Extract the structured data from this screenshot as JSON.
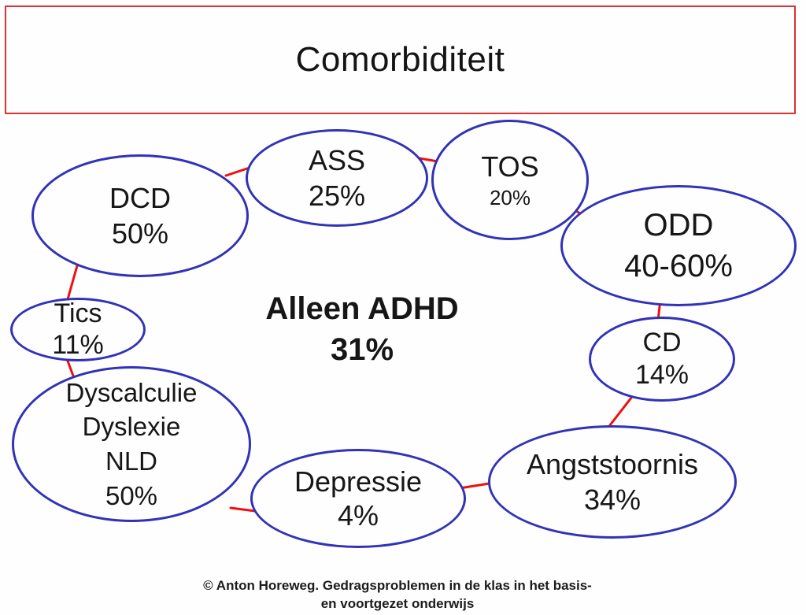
{
  "slide": {
    "title": "Comorbiditeit",
    "center_line1": "Alleen ADHD",
    "center_line2": "31%",
    "footer_line1": "© Anton Horeweg. Gedragsproblemen in de klas in het basis-",
    "footer_line2": "en voortgezet onderwijs",
    "colors": {
      "bg": "#fefefe",
      "ellipse_border": "#3232b8",
      "connector": "#ee1010",
      "title_border": "#e03030",
      "text": "#161616"
    }
  },
  "nodes": [
    {
      "id": "dcd",
      "label": "DCD",
      "value": "50%"
    },
    {
      "id": "ass",
      "label": "ASS",
      "value": "25%"
    },
    {
      "id": "tos",
      "label": "TOS",
      "value": "20%"
    },
    {
      "id": "odd",
      "label": "ODD",
      "value": "40-60%"
    },
    {
      "id": "cd",
      "label": "CD",
      "value": "14%"
    },
    {
      "id": "angst",
      "label": "Angststoornis",
      "value": "34%"
    },
    {
      "id": "depressie",
      "label": "Depressie",
      "value": "4%"
    },
    {
      "id": "dyscalculie",
      "lines": [
        "Dyscalculie",
        "Dyslexie",
        "NLD",
        "50%"
      ]
    },
    {
      "id": "tics",
      "label": "Tics",
      "value": "11%"
    }
  ]
}
